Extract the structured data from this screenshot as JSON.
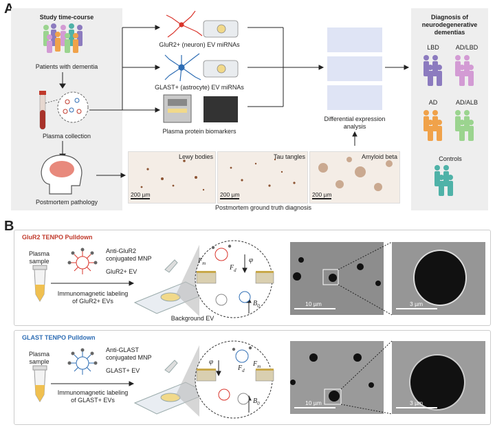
{
  "panel_a": {
    "letter": "A",
    "study_box": {
      "title": "Study time-course",
      "patients_label": "Patients with dementia",
      "plasma_label": "Plasma collection",
      "postmortem_label": "Postmortem pathology"
    },
    "flows": {
      "glur2_label": "GluR2+ (neuron) EV miRNAs",
      "glast_label": "GLAST+ (astrocyte) EV miRNAs",
      "plasma_protein_label": "Plasma protein biomarkers"
    },
    "analysis_label": "Differential expression analysis",
    "histology": {
      "images": [
        {
          "title": "Lewy bodies",
          "scale": "200 µm"
        },
        {
          "title": "Tau tangles",
          "scale": "200 µm"
        },
        {
          "title": "Amyloid beta",
          "scale": "200 µm"
        }
      ],
      "caption": "Postmortem ground truth diagnosis"
    },
    "diagnosis_box": {
      "title": "Diagnosis of neurodegenerative dementias",
      "groups": [
        "LBD",
        "AD/LBD",
        "AD",
        "AD/ALB",
        "Controls"
      ]
    }
  },
  "panel_b": {
    "letter": "B",
    "glur2": {
      "title": "GluR2 TENPO Pulldown",
      "sample_label": "Plasma sample",
      "mnp_label": "Anti-GluR2 conjugated MNP",
      "ev_label": "GluR2+ EV",
      "step_label": "Immunomagnetic labeling of GluR2+ EVs",
      "background_label": "Background EV",
      "sem_scale_1": "10 µm",
      "sem_scale_2": "3 µm"
    },
    "glast": {
      "title": "GLAST TENPO Pulldown",
      "sample_label": "Plasma sample",
      "mnp_label": "Anti-GLAST conjugated MNP",
      "ev_label": "GLAST+ EV",
      "step_label": "Immunomagnetic labeling of GLAST+ EVs",
      "sem_scale_1": "10 µm",
      "sem_scale_2": "3 µm"
    },
    "symbols": {
      "fm": "F",
      "fm_sub": "m",
      "fd": "F",
      "fd_sub": "d",
      "phi": "φ",
      "b0": "B",
      "b0_sub": "0"
    }
  },
  "colors": {
    "glur2_red": "#c0392b",
    "glast_blue": "#2e6db4",
    "lbd": "#8c7bbf",
    "adlbd": "#d39bd4",
    "ad": "#f0a24a",
    "adalb": "#9bd48f",
    "controls": "#4fb2a8"
  }
}
